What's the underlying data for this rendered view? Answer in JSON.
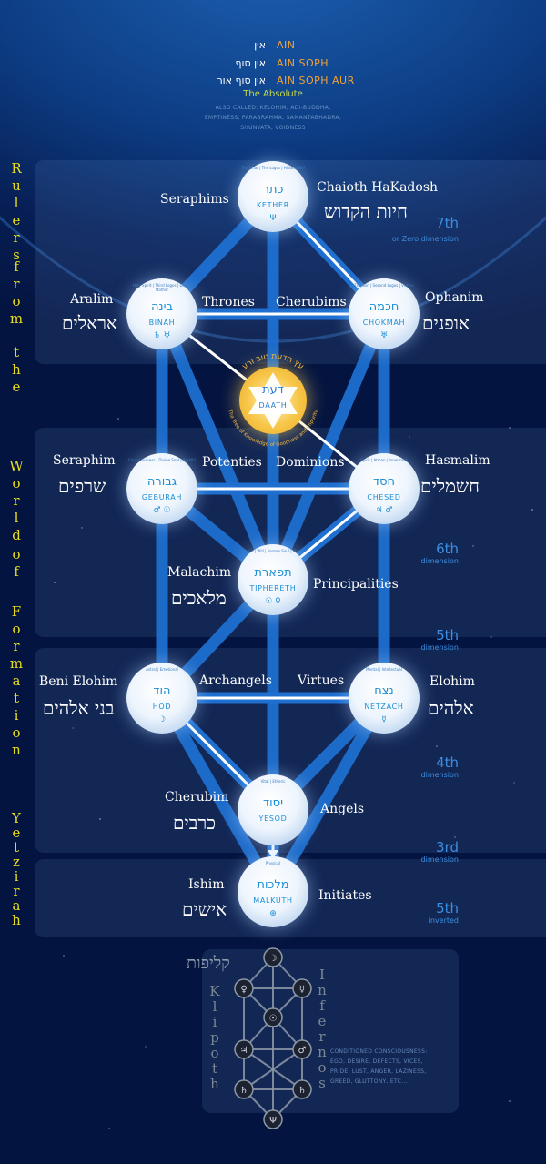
{
  "header": {
    "ain_he": "אין",
    "ain_en": "AIN",
    "ain_soph_he": "אין סוף",
    "ain_soph_en": "AIN SOPH",
    "ain_soph_aur_he": "אין סוף אור",
    "ain_soph_aur_en": "AIN SOPH AUR",
    "absolute": "The Absolute",
    "also_called": [
      "ALSO CALLED: KELOHIM, ADI-BUDDHA,",
      "EMPTINESS, PARABRAHMA, SAMANTABHADRA,",
      "SHUNYATA, VOIDNESS"
    ]
  },
  "rulers_letters": [
    "R",
    "u",
    "l",
    "e",
    "r",
    "s",
    "f",
    "r",
    "o",
    "m",
    "t",
    "h",
    "e",
    "W",
    "o",
    "r",
    "l",
    "d",
    "o",
    "f",
    "F",
    "o",
    "r",
    "m",
    "a",
    "t",
    "i",
    "o",
    "n",
    "Y",
    "e",
    "t",
    "z",
    "i",
    "r",
    "a",
    "h"
  ],
  "sephiroth": {
    "kether": {
      "he": "כתר",
      "en": "KETHER",
      "sym": "Ψ",
      "tiny": "The Ishar | The Logos | Hidden Self"
    },
    "binah": {
      "he": "בינה",
      "en": "BINAH",
      "sym": "♄ ♅",
      "tiny": "Holy Spirit | Third Logos | Divine Mother"
    },
    "chokmah": {
      "he": "חכמה",
      "en": "CHOKMAH",
      "sym": "♅",
      "tiny": "The Son | Second Logos | Vishnu"
    },
    "daath": {
      "he": "דעת",
      "en": "DAATH",
      "arc_top": "עץ הדעת טוב ורע",
      "arc_bottom": "The Tree of Knowledge of Goodness and Impurity"
    },
    "geburah": {
      "he": "גבורה",
      "en": "GEBURAH",
      "sym": "♂ ☉",
      "tiny": "Consciousness | Divine Soul | Buddhi"
    },
    "chesed": {
      "he": "חסד",
      "en": "CHESED",
      "sym": "♃ ♂",
      "tiny": "Spirit | Atman | Innermost"
    },
    "tiphereth": {
      "he": "תפארת",
      "en": "TIPHERETH",
      "sym": "☉ ♀",
      "tiny": "Causal | Will | Human Soul | Manas"
    },
    "hod": {
      "he": "הוד",
      "en": "HOD",
      "sym": "☽",
      "tiny": "Astral | Emotional"
    },
    "netzach": {
      "he": "נצח",
      "en": "NETZACH",
      "sym": "☿",
      "tiny": "Mental | Intellectual"
    },
    "yesod": {
      "he": "יסוד",
      "en": "YESOD",
      "sym": "",
      "tiny": "Vital | Etheric"
    },
    "malkuth": {
      "he": "מלכות",
      "en": "MALKUTH",
      "sym": "⊕",
      "tiny": "Physical"
    }
  },
  "labels": {
    "seraphims": "Seraphims",
    "chaioth_en": "Chaioth HaKadosh",
    "chaioth_he": "חיות הקדוש",
    "aralim_en": "Aralim",
    "aralim_he": "אראלים",
    "thrones": "Thrones",
    "cherubims": "Cherubims",
    "ophanim_en": "Ophanim",
    "ophanim_he": "אופנים",
    "seraphim_en": "Seraphim",
    "seraphim_he": "שרפים",
    "potenties": "Potenties",
    "dominions": "Dominions",
    "hasmalim_en": "Hasmalim",
    "hasmalim_he": "חשמלים",
    "malachim_en": "Malachim",
    "malachim_he": "מלאכים",
    "principalities": "Principalities",
    "beni_en": "Beni Elohim",
    "beni_he": "בני אלהים",
    "archangels": "Archangels",
    "virtues": "Virtues",
    "elohim_en": "Elohim",
    "elohim_he": "אלהים",
    "cherubim_en": "Cherubim",
    "cherubim_he": "כרבים",
    "angels": "Angels",
    "ishim_en": "Ishim",
    "ishim_he": "אישים",
    "initiates": "Initiates"
  },
  "dimensions": {
    "d7_big": "7th",
    "d7_small": "or Zero dimension",
    "d6_big": "6th",
    "d6_small": "dimension",
    "d5_big": "5th",
    "d5_small": "dimension",
    "d4_big": "4th",
    "d4_small": "dimension",
    "d3_big": "3rd",
    "d3_small": "dimension",
    "d5i_big": "5th",
    "d5i_small": "inverted"
  },
  "klipoth": {
    "he": "קליפות",
    "klipoth_letters": [
      "K",
      "l",
      "i",
      "p",
      "o",
      "t",
      "h"
    ],
    "infernos_letters": [
      "I",
      "n",
      "f",
      "e",
      "r",
      "n",
      "o",
      "s"
    ],
    "note": [
      "CONDITIONED CONSCIOUSNESS:",
      "EGO, DESIRE, DEFECTS, VICES,",
      "PRIDE, LUST, ANGER, LAZINESS,",
      "GREED, GLUTTONY, ETC..."
    ],
    "symbols": [
      "☽",
      "♀",
      "☿",
      "☉",
      "♃",
      "♂",
      "♄",
      "♄",
      "Ψ"
    ]
  },
  "colors": {
    "accent_orange": "#f2a233",
    "absolute_green": "#c6d84a",
    "ruler_yellow": "#e8dc1e",
    "path_blue": "#1e6fd0",
    "daath_gold": "#f7c648"
  }
}
